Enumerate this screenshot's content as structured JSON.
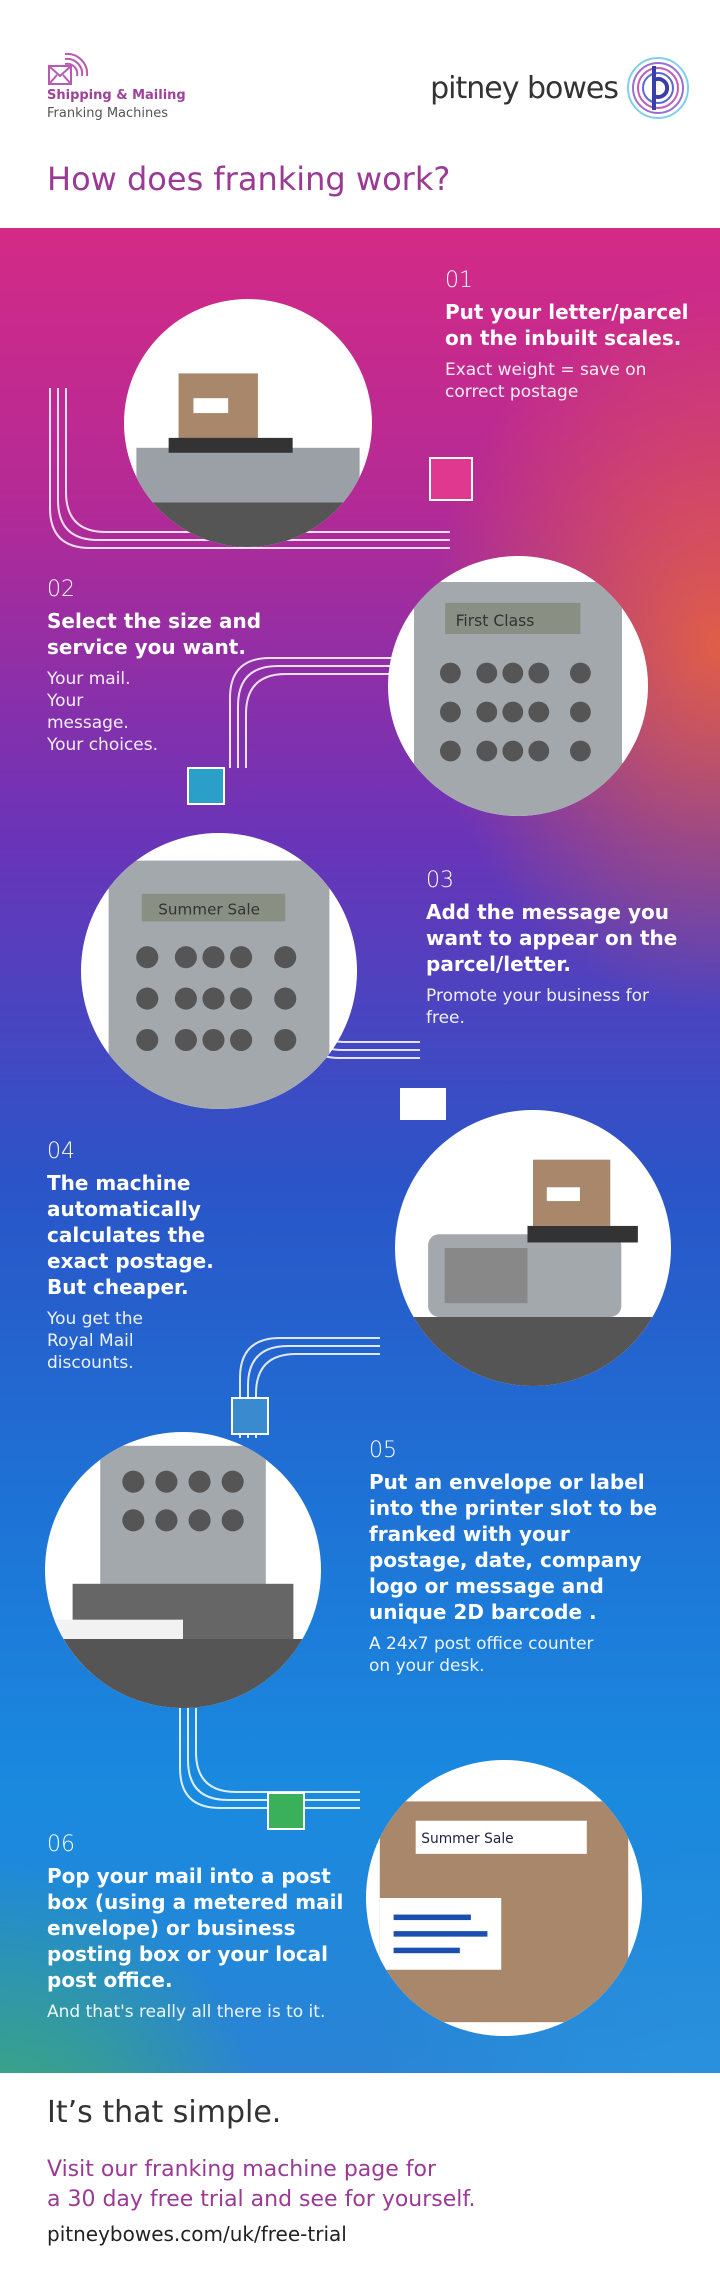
{
  "header": {
    "category": "Shipping & Mailing",
    "subcategory": "Franking Machines",
    "brand": "pitney bowes",
    "title": "How does franking work?"
  },
  "colors": {
    "brand_purple": "#9a3a95",
    "gradient_top": "#d42a86",
    "gradient_mid": "#2a55c8",
    "gradient_bottom_accent": "#46be46"
  },
  "icons": [
    "envelope-icon",
    "pitney-bowes-logo-icon"
  ],
  "steps": [
    {
      "num": "01",
      "head": "Put your letter/parcel on the inbuilt scales.",
      "sub": "Exact weight = save on correct postage"
    },
    {
      "num": "02",
      "head": "Select the size and service you want.",
      "sub": "Your mail. Your message. Your choices.",
      "screen": "First Class"
    },
    {
      "num": "03",
      "head": "Add the message you want to appear on the parcel/letter.",
      "sub": "Promote your business for free.",
      "screen": "Summer Sale"
    },
    {
      "num": "04",
      "head": "The machine automatically calculates the exact postage. But cheaper.",
      "sub": "You get the Royal Mail discounts."
    },
    {
      "num": "05",
      "head": "Put an envelope or label into the printer slot to be franked with your postage, date, company logo or message and unique 2D barcode .",
      "sub": "A 24x7 post office counter on your desk."
    },
    {
      "num": "06",
      "head": "Pop your mail into a post box (using a metered mail envelope) or business posting box or your local post office.",
      "sub": "And that's really all there is to it.",
      "label": "Summer Sale"
    }
  ],
  "footer": {
    "tagline": "It’s that simple.",
    "cta_line1": "Visit our franking machine page for",
    "cta_line2": "a 30 day free trial and see for yourself.",
    "url": "pitneybowes.com/uk/free-trial"
  }
}
